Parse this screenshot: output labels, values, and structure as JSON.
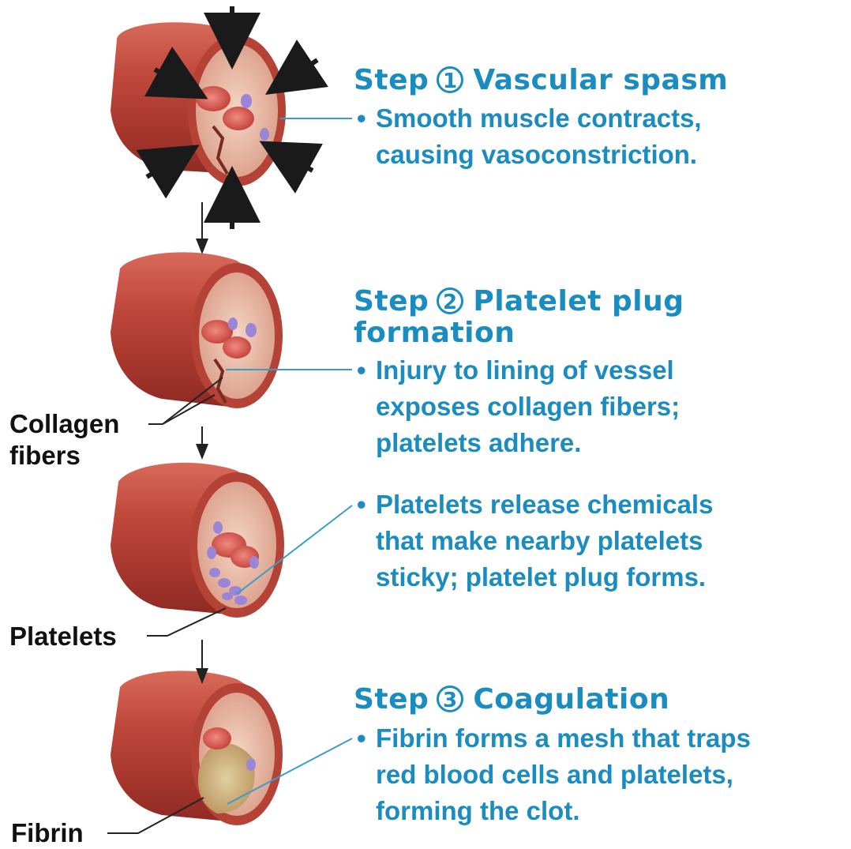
{
  "steps": [
    {
      "word": "Step",
      "number": "1",
      "title": "Vascular spasm",
      "bullets": [
        {
          "lines": [
            "Smooth muscle contracts,",
            "causing vasoconstriction."
          ]
        }
      ]
    },
    {
      "word": "Step",
      "number": "2",
      "title": "Platelet plug",
      "title_line2": "formation",
      "bullets": [
        {
          "lines": [
            "Injury to lining of vessel",
            "exposes collagen fibers;",
            "platelets adhere."
          ]
        },
        {
          "lines": [
            "Platelets release chemicals",
            "that make nearby platelets",
            "sticky; platelet plug forms."
          ]
        }
      ]
    },
    {
      "word": "Step",
      "number": "3",
      "title": "Coagulation",
      "bullets": [
        {
          "lines": [
            "Fibrin forms a mesh that traps",
            "red blood cells and platelets,",
            "forming the clot."
          ]
        }
      ]
    }
  ],
  "callouts": {
    "collagen_line1": "Collagen",
    "collagen_line2": "fibers",
    "platelets": "Platelets",
    "fibrin": "Fibrin"
  },
  "colors": {
    "text_blue": "#1b8cc0",
    "leader_blue": "#3a9cc8",
    "vessel_red": "#c0483c",
    "rbc": "#d9534f",
    "platelet": "#9a86d6",
    "fibrin": "#c9a66b"
  }
}
